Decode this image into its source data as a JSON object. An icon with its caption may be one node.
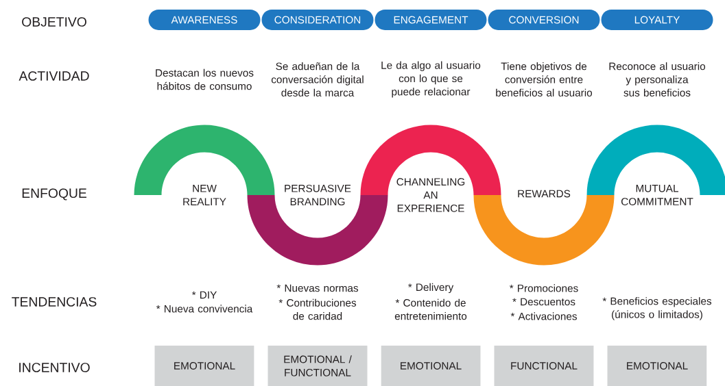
{
  "diagram": {
    "nodes": [
      {
        "text": [
          "AWARENESS"
        ]
      },
      {
        "text": [
          "CONSIDERATION"
        ]
      },
      {
        "text": [
          "ENGAGEMENT"
        ]
      },
      {
        "text": [
          "CONVERSION"
        ]
      },
      {
        "text": [
          "LOYALTY"
        ]
      },
      {
        "text": [
          "NEW REALITY"
        ]
      },
      {
        "text": [
          "PERSUASIVE BRANDING"
        ]
      },
      {
        "text": [
          "CHANNELING AN EXPERIENCE"
        ]
      },
      {
        "text": [
          "REWARDS"
        ]
      },
      {
        "text": [
          "MUTUAL COMMITMENT"
        ]
      },
      {
        "text": [
          "EMOTIONAL"
        ]
      },
      {
        "text": [
          "EMOTIONAL / FUNCTIONAL"
        ]
      },
      {
        "text": [
          "EMOTIONAL"
        ]
      },
      {
        "text": [
          "FUNCTIONAL"
        ]
      },
      {
        "text": [
          "EMOTIONAL"
        ]
      }
    ],
    "labels": [
      "OBJETIVO",
      "ACTIVIDAD",
      "Destacan los nuevos hábitos de consumo",
      "Se adueñan de la conversación digital desde la marca",
      "Le da algo al usuario con lo que se puede relacionar",
      "Tiene objetivos de conversión entre beneficios al usuario",
      "Reconoce al usuario y personaliza sus beneficios",
      "ENFOQUE",
      "TENDENCIAS",
      "* DIY",
      "* Nueva convivencia",
      "* Nuevas normas",
      "* Contribuciones de caridad",
      "* Delivery",
      "* Contenido de entretenimiento",
      "* Promociones",
      "* Descuentos",
      "* Activaciones",
      "* Beneficios especiales (únicos o limitados)",
      "INCENTIVO"
    ]
  }
}
